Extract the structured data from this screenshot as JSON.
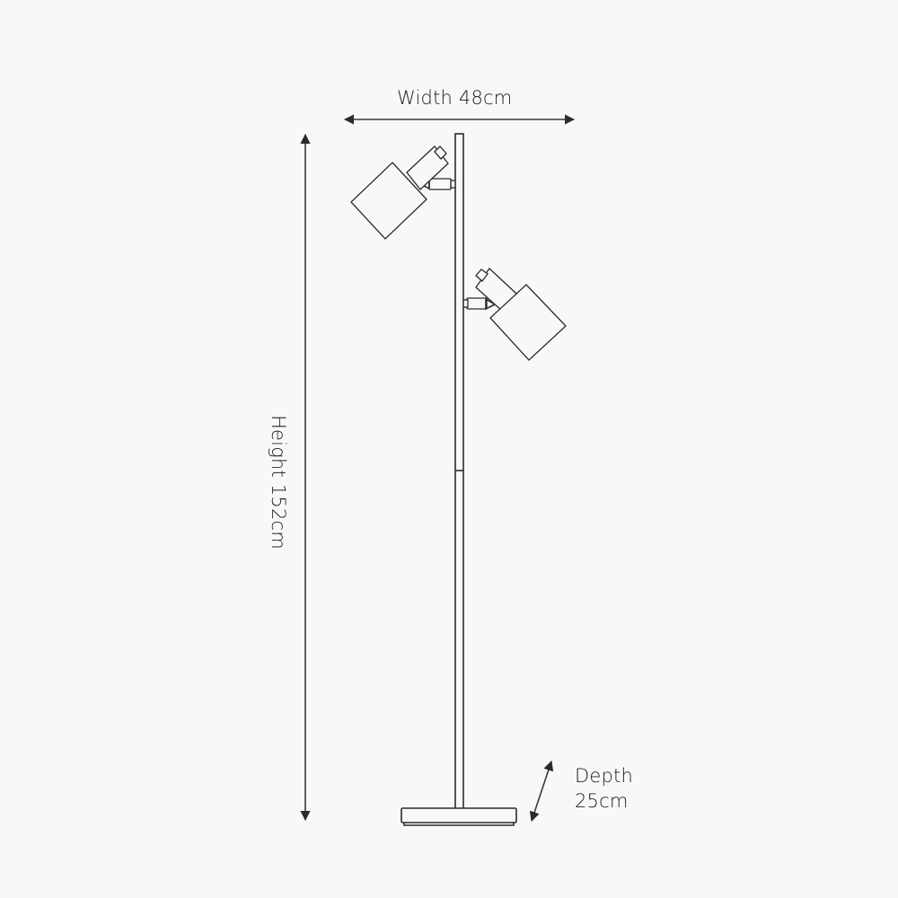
{
  "diagram": {
    "subject": "two-head floor lamp dimension drawing",
    "colors": {
      "background": "#f8f8f8",
      "line": "#2b2b2b"
    },
    "dimensions": {
      "width": {
        "label": "Width 48cm"
      },
      "height": {
        "label": "Height 152cm"
      },
      "depth": {
        "line1": "Depth",
        "line2": "25cm"
      }
    },
    "icons": {
      "arrow_heads": "triangle-arrowhead"
    }
  }
}
